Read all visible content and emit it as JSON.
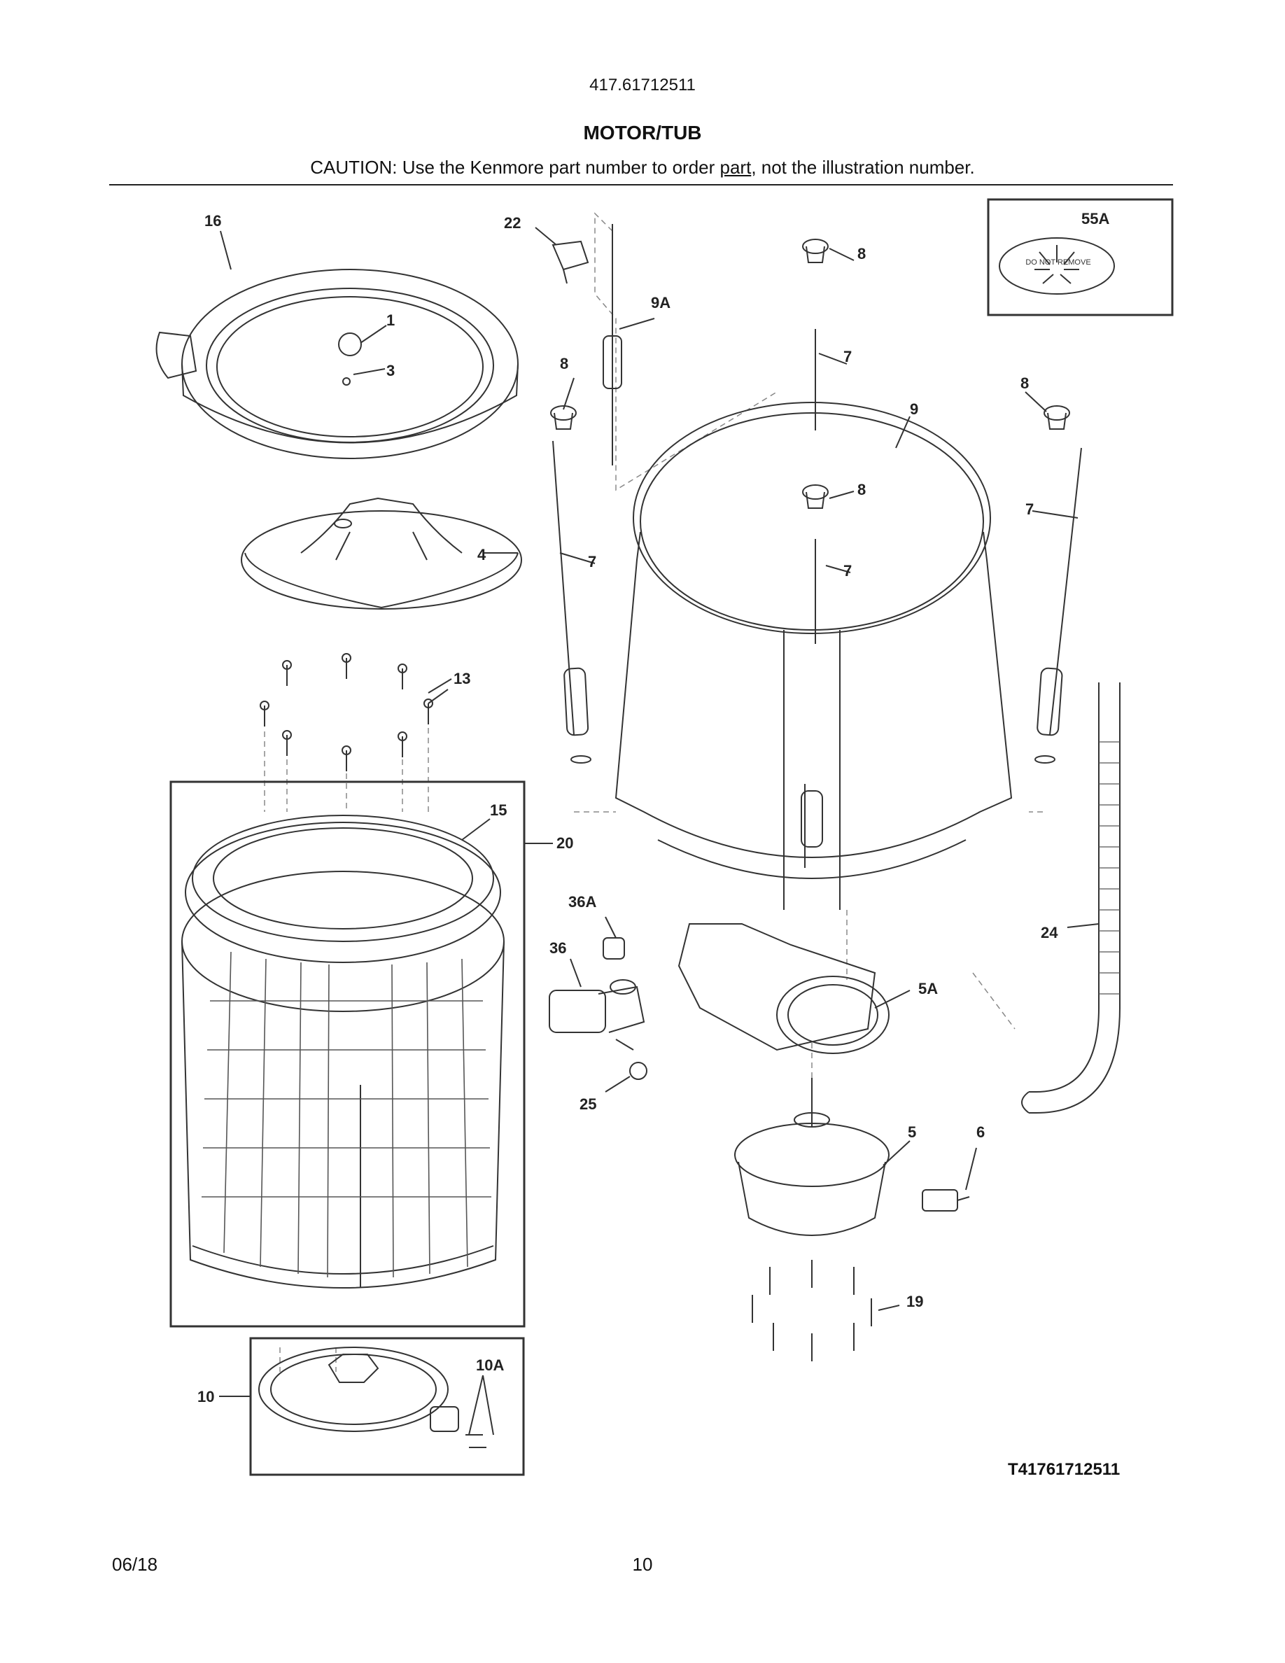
{
  "header": {
    "model_number": "417.61712511",
    "section_title": "MOTOR/TUB",
    "caution_before": "CAUTION: Use the Kenmore part number to order ",
    "caution_part": "part",
    "caution_after": ", not the illustration number."
  },
  "callouts": [
    "16",
    "22",
    "9A",
    "8",
    "55A",
    "1",
    "3",
    "7",
    "9",
    "4",
    "13",
    "15",
    "20",
    "36A",
    "36",
    "5A",
    "24",
    "25",
    "5",
    "6",
    "19",
    "10",
    "10A"
  ],
  "warning_label": "DO NOT REMOVE",
  "diagram_ref": "T41761712511",
  "footer": {
    "date": "06/18",
    "page": "10"
  }
}
